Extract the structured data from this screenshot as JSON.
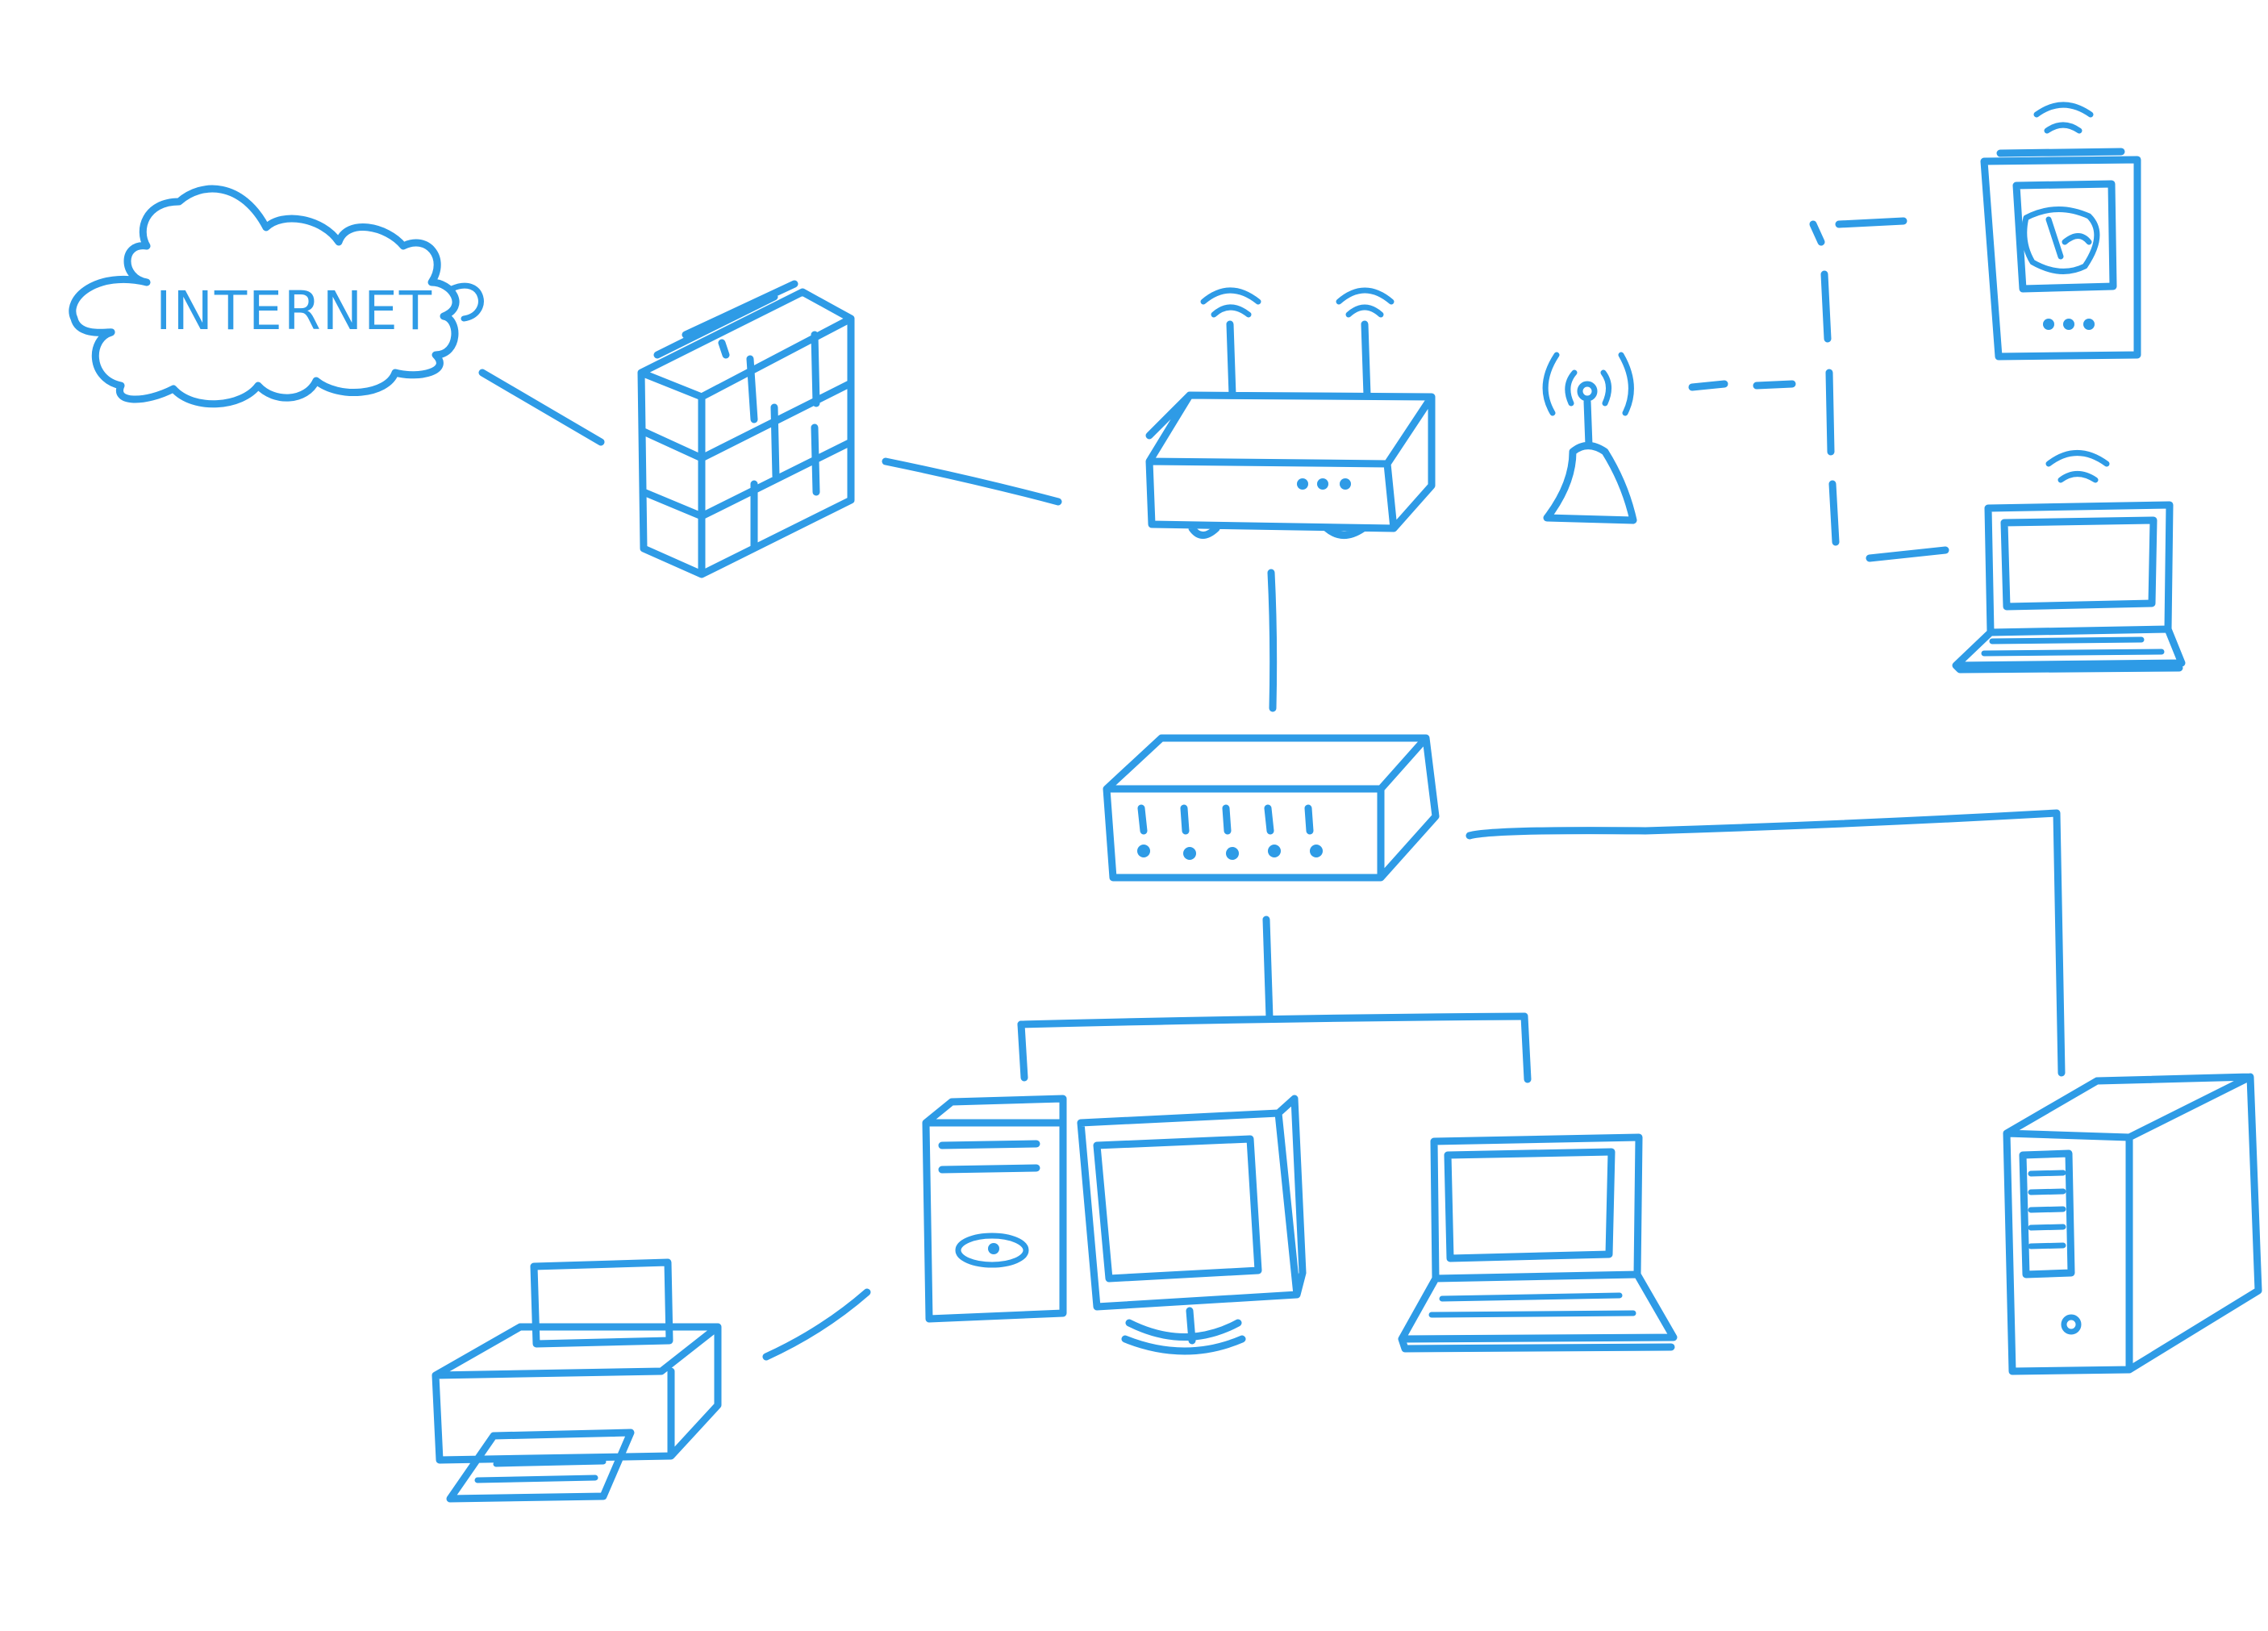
{
  "diagram": {
    "ink_color": "#2e9be6",
    "background_color": "#ffffff",
    "nodes": [
      {
        "id": "internet",
        "label": "INTERNET",
        "icon": "cloud-icon"
      },
      {
        "id": "firewall",
        "icon": "brick-wall-icon"
      },
      {
        "id": "router",
        "icon": "wireless-router-icon"
      },
      {
        "id": "access-point",
        "icon": "wireless-access-point-icon"
      },
      {
        "id": "tablet",
        "icon": "tablet-icon"
      },
      {
        "id": "wireless-laptop",
        "icon": "laptop-icon"
      },
      {
        "id": "switch",
        "icon": "network-switch-icon"
      },
      {
        "id": "desktop",
        "icon": "desktop-computer-icon"
      },
      {
        "id": "laptop",
        "icon": "laptop-icon"
      },
      {
        "id": "server",
        "icon": "server-tower-icon"
      },
      {
        "id": "printer",
        "icon": "printer-icon"
      }
    ],
    "links": [
      {
        "from": "internet",
        "to": "firewall",
        "style": "solid"
      },
      {
        "from": "firewall",
        "to": "router",
        "style": "solid"
      },
      {
        "from": "router",
        "to": "switch",
        "style": "solid"
      },
      {
        "from": "switch",
        "to": "desktop",
        "style": "solid"
      },
      {
        "from": "switch",
        "to": "laptop",
        "style": "solid"
      },
      {
        "from": "switch",
        "to": "server",
        "style": "solid"
      },
      {
        "from": "desktop",
        "to": "printer",
        "style": "solid"
      },
      {
        "from": "access-point",
        "to": "tablet",
        "style": "dashed"
      },
      {
        "from": "access-point",
        "to": "wireless-laptop",
        "style": "dashed"
      }
    ]
  }
}
